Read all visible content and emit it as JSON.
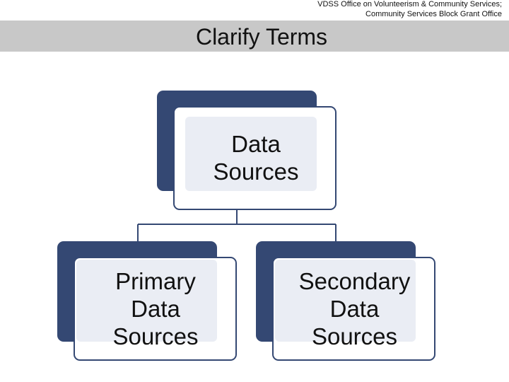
{
  "header": {
    "org_line1": "VDSS Office on Volunteerism & Community Services;",
    "org_line2": "Community Services Block Grant Office"
  },
  "slide": {
    "title": "Clarify Terms"
  },
  "diagram": {
    "root": {
      "label": "Data\nSources"
    },
    "children": [
      {
        "label": "Primary\nData\nSources"
      },
      {
        "label": "Secondary\nData\nSources"
      }
    ]
  },
  "colors": {
    "node_dark": "#344873",
    "node_panel": "#eaedf4",
    "title_band": "#c8c8c8",
    "connector": "#344873"
  }
}
